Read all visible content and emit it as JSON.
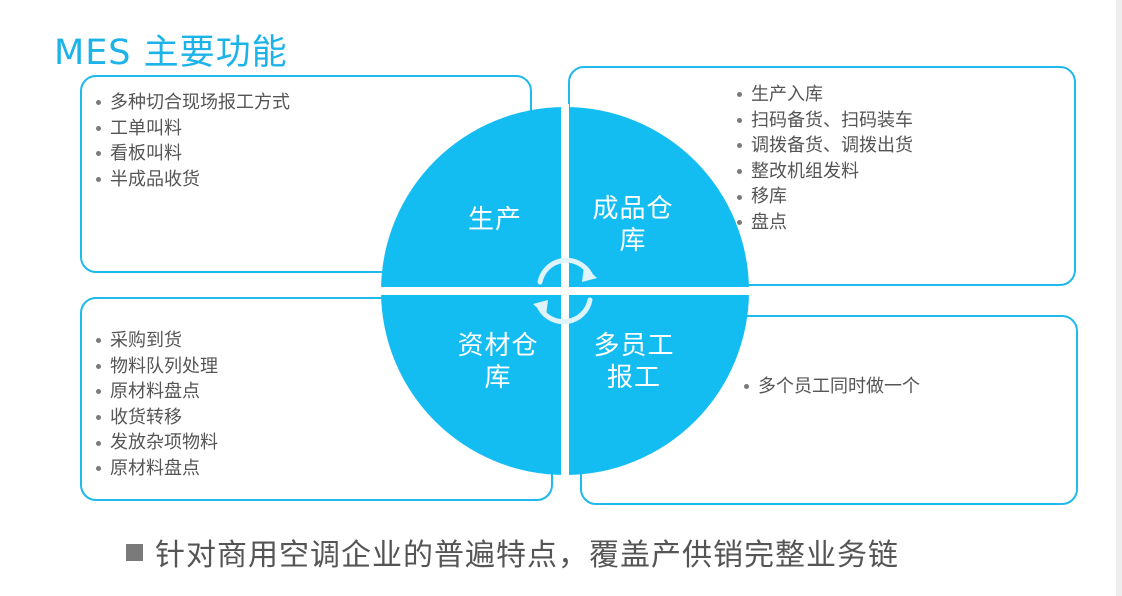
{
  "title": "MES 主要功能",
  "colors": {
    "accent": "#1cb3e8",
    "quadrant_fill": "#13bdf2",
    "text": "#555555"
  },
  "quadrants": {
    "top_left": {
      "label": "生产"
    },
    "top_right": {
      "label": "成品仓库"
    },
    "bottom_left": {
      "label": "资材仓库"
    },
    "bottom_right": {
      "label": "多员工报工"
    }
  },
  "boxes": {
    "top_left": {
      "items": [
        "多种切合现场报工方式",
        "工单叫料",
        "看板叫料",
        "半成品收货"
      ]
    },
    "top_right": {
      "items": [
        "生产入库",
        "扫码备货、扫码装车",
        "调拨备货、调拨出货",
        "整改机组发料",
        "移库",
        "盘点"
      ]
    },
    "bottom_left": {
      "items": [
        "采购到货",
        "物料队列处理",
        "原材料盘点",
        "收货转移",
        "发放杂项物料",
        "原材料盘点"
      ]
    },
    "bottom_right": {
      "items": [
        "多个员工同时做一个"
      ]
    }
  },
  "icons": {
    "cycle": "cycle-arrows-icon",
    "bullet": "bullet-dot-icon",
    "square_bullet": "square-bullet-icon"
  },
  "footer": {
    "text": "针对商用空调企业的普遍特点，覆盖产供销完整业务链"
  }
}
